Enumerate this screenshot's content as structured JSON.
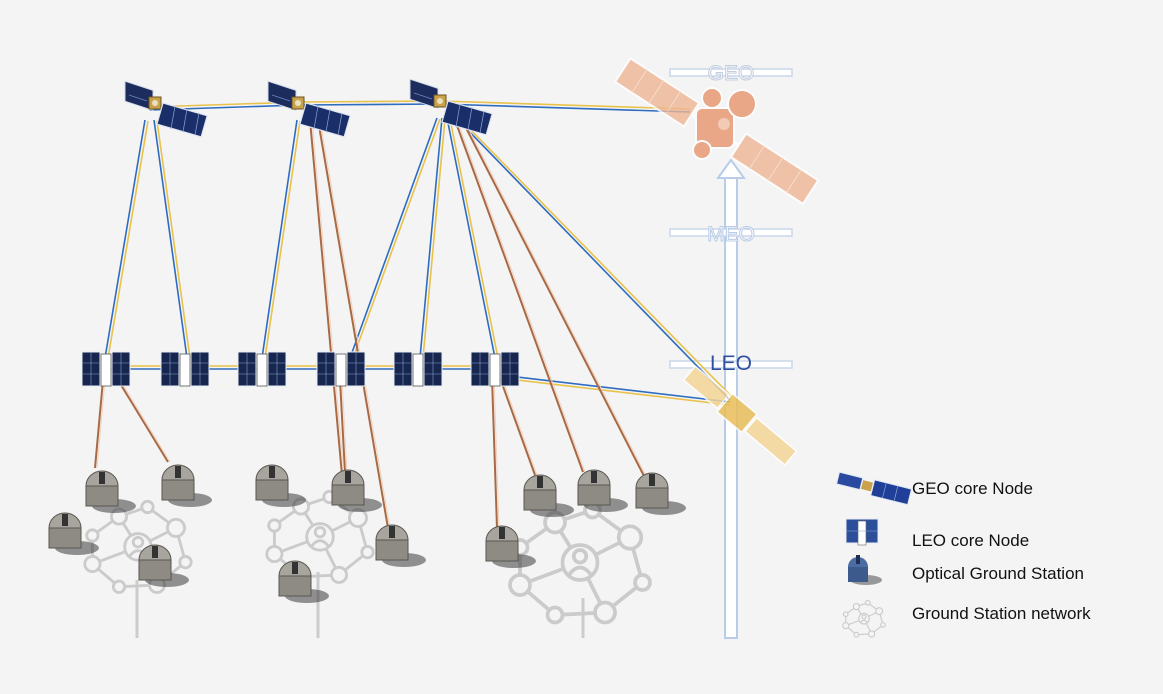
{
  "orbits": {
    "geo": "GEO",
    "meo": "MEO",
    "leo": "LEO"
  },
  "legend": {
    "geo_core": "GEO core Node",
    "leo_core": "LEO core Node",
    "ogs": "Optical Ground Station",
    "gs_network": "Ground Station network"
  },
  "colors": {
    "background": "#f4f4f4",
    "altitude_axis": "#b9cce8",
    "leo_text": "#2f4fa0",
    "faded_text": "#c7d2e4",
    "geo_sat": "#e8a27a",
    "leo_sat": "#f0c873",
    "optical_link_blue": "#2e6cc0",
    "optical_link_yellow": "#e8c24a",
    "feeder_link": "#a86a44",
    "network": "#c9c9c9"
  }
}
